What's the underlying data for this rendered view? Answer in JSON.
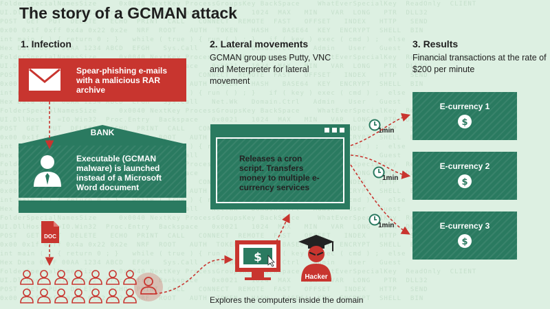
{
  "title": "The story of a GCMAN attack",
  "infection": {
    "heading": "1. Infection",
    "email_text": "Spear-phishing e-mails with a malicious RAR archive",
    "bank_label": "BANK",
    "bank_text": "Executable (GCMAN malware) is launched instead of a Microsoft Word document",
    "doc_label": "DOC"
  },
  "lateral": {
    "heading": "2. Lateral movements",
    "text": "GCMAN group uses Putty, VNC and Meterpreter for lateral movement",
    "screen_text": "Releases a cron script. Transfers money to multiple e-currency services",
    "hacker_label": "Hacker",
    "explore_text": "Explores the computers inside the domain"
  },
  "results": {
    "heading": "3. Results",
    "text": "Financial transactions at the rate of $200 per minute",
    "timer_label": "1min",
    "items": [
      {
        "label": "E-currency 1"
      },
      {
        "label": "E-currency 2"
      },
      {
        "label": "E-currency 3"
      }
    ]
  },
  "colors": {
    "red": "#c8352f",
    "green": "#2a7a60",
    "background": "#ddf0e2"
  }
}
